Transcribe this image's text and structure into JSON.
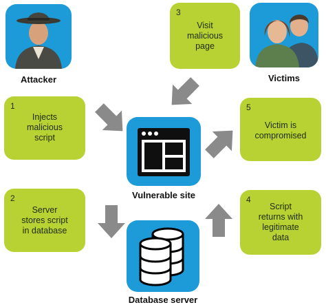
{
  "colors": {
    "box": "#b8d234",
    "tile": "#1c9bd8",
    "arrow": "#8a8a8a"
  },
  "actors": {
    "attacker": {
      "label": "Attacker",
      "icon": "attacker-icon"
    },
    "victims": {
      "label": "Victims",
      "icon": "victims-icon"
    }
  },
  "steps": [
    {
      "number": "1",
      "text": "Injects\nmalicious\nscript"
    },
    {
      "number": "2",
      "text": "Server\nstores script\nin database"
    },
    {
      "number": "3",
      "text": "Visit\nmalicious\npage"
    },
    {
      "number": "4",
      "text": "Script\nreturns with\nlegitimate\ndata"
    },
    {
      "number": "5",
      "text": "Victim is\ncompromised"
    }
  ],
  "nodes": {
    "site": {
      "label": "Vulnerable site",
      "icon": "browser-window-icon"
    },
    "database": {
      "label": "Database server",
      "icon": "database-icon"
    }
  }
}
